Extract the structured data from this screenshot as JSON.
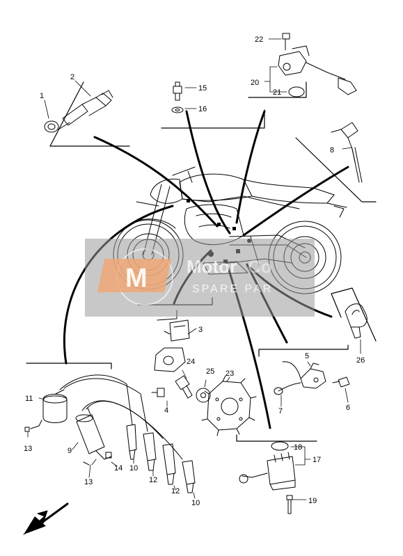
{
  "part_labels": {
    "p1": "1",
    "p2": "2",
    "p3": "3",
    "p4": "4",
    "p5": "5",
    "p6": "6",
    "p7": "7",
    "p8": "8",
    "p9": "9",
    "p10a": "10",
    "p10b": "10",
    "p11": "11",
    "p12a": "12",
    "p12b": "12",
    "p13a": "13",
    "p13b": "13",
    "p14": "14",
    "p15": "15",
    "p16": "16",
    "p17": "17",
    "p18": "18",
    "p19": "19",
    "p20": "20",
    "p21": "21",
    "p22": "22",
    "p23": "23",
    "p24": "24",
    "p25": "25",
    "p26": "26"
  },
  "watermark": {
    "logo_letter": "M",
    "brand_text": "Motor",
    "brand_suffix": "Co",
    "tagline": "SPARE PAR"
  },
  "colors": {
    "line": "#000000",
    "watermark_gray": "#9a9a9a",
    "watermark_orange": "#f0a877"
  },
  "icons": {
    "direction_arrow": "front-direction-arrow-icon"
  }
}
